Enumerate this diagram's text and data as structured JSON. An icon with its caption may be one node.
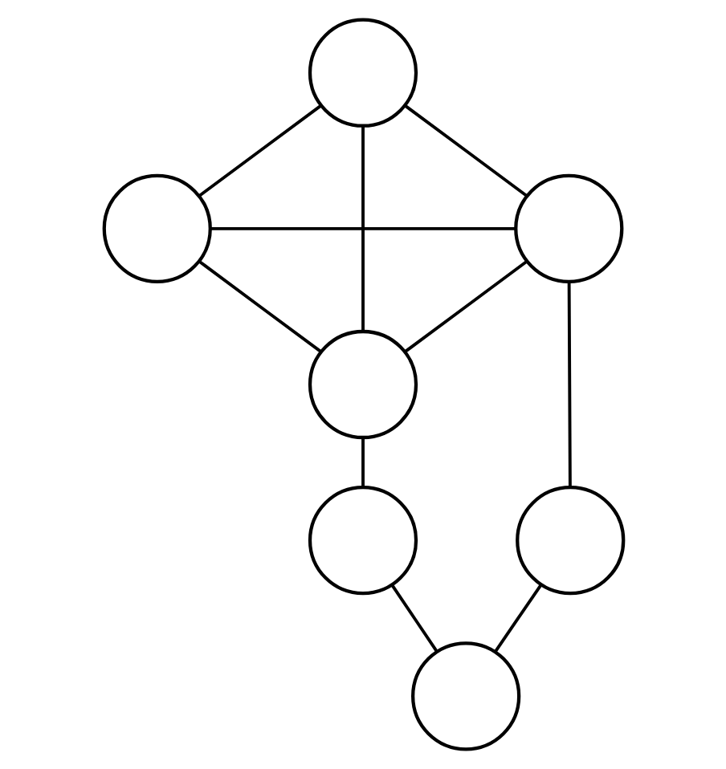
{
  "diagram": {
    "nodes": [
      {
        "text": [],
        "shape": "circle"
      },
      {
        "text": [],
        "shape": "circle"
      },
      {
        "text": [],
        "shape": "circle"
      },
      {
        "text": [],
        "shape": "circle"
      },
      {
        "text": [],
        "shape": "circle"
      },
      {
        "text": [],
        "shape": "circle"
      },
      {
        "text": [],
        "shape": "circle"
      }
    ],
    "edges": [
      {
        "from": 0,
        "to": 1,
        "arrow": "none"
      },
      {
        "from": 0,
        "to": 2,
        "arrow": "none"
      },
      {
        "from": 0,
        "to": 3,
        "arrow": "none"
      },
      {
        "from": 1,
        "to": 2,
        "arrow": "none"
      },
      {
        "from": 1,
        "to": 3,
        "arrow": "none"
      },
      {
        "from": 2,
        "to": 3,
        "arrow": "none"
      },
      {
        "from": 2,
        "to": 5,
        "arrow": "none"
      },
      {
        "from": 3,
        "to": 4,
        "arrow": "none"
      },
      {
        "from": 4,
        "to": 6,
        "arrow": "none"
      },
      {
        "from": 6,
        "to": 5,
        "arrow": "none"
      }
    ]
  }
}
